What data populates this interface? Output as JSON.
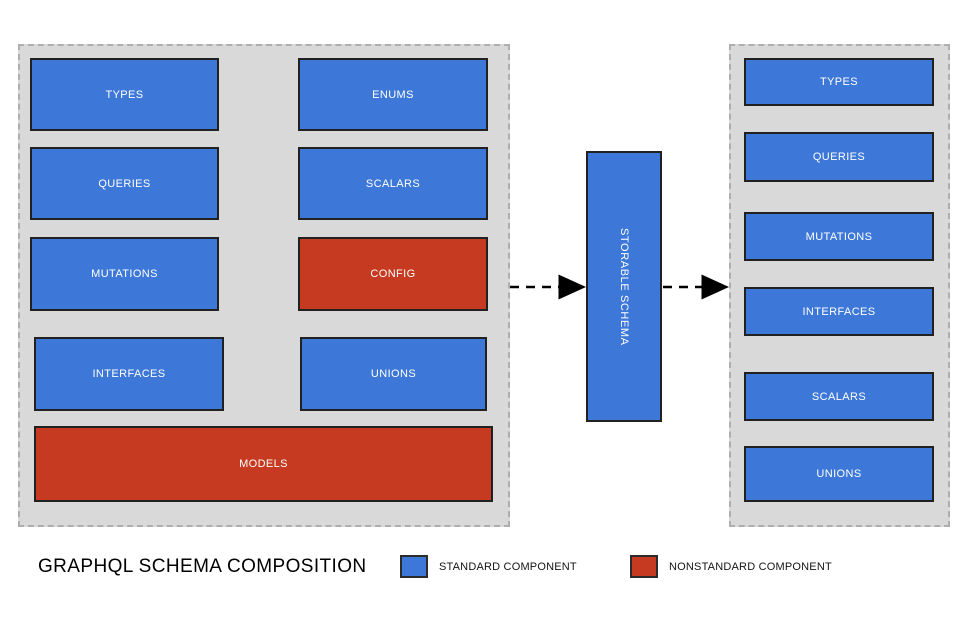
{
  "title": "GRAPHQL SCHEMA COMPOSITION",
  "colors": {
    "standard_component": "#3d78d8",
    "nonstandard_component": "#c63a21",
    "panel_background": "#d9d9d9",
    "panel_dashed_border": "#aeaeae",
    "box_border": "#212121",
    "box_label_text": "#ffffff",
    "arrow": "#000000"
  },
  "left_panel": {
    "boxes": [
      {
        "label": "TYPES",
        "type": "standard"
      },
      {
        "label": "ENUMS",
        "type": "standard"
      },
      {
        "label": "QUERIES",
        "type": "standard"
      },
      {
        "label": "SCALARS",
        "type": "standard"
      },
      {
        "label": "MUTATIONS",
        "type": "standard"
      },
      {
        "label": "CONFIG",
        "type": "nonstandard"
      },
      {
        "label": "INTERFACES",
        "type": "standard"
      },
      {
        "label": "UNIONS",
        "type": "standard"
      },
      {
        "label": "MODELS",
        "type": "nonstandard"
      }
    ]
  },
  "center": {
    "label": "STORABLE SCHEMA",
    "type": "standard"
  },
  "right_panel": {
    "boxes": [
      {
        "label": "TYPES",
        "type": "standard"
      },
      {
        "label": "QUERIES",
        "type": "standard"
      },
      {
        "label": "MUTATIONS",
        "type": "standard"
      },
      {
        "label": "INTERFACES",
        "type": "standard"
      },
      {
        "label": "SCALARS",
        "type": "standard"
      },
      {
        "label": "UNIONS",
        "type": "standard"
      }
    ]
  },
  "legend": [
    {
      "label": "STANDARD COMPONENT",
      "type": "standard"
    },
    {
      "label": "NONSTANDARD COMPONENT",
      "type": "nonstandard"
    }
  ]
}
